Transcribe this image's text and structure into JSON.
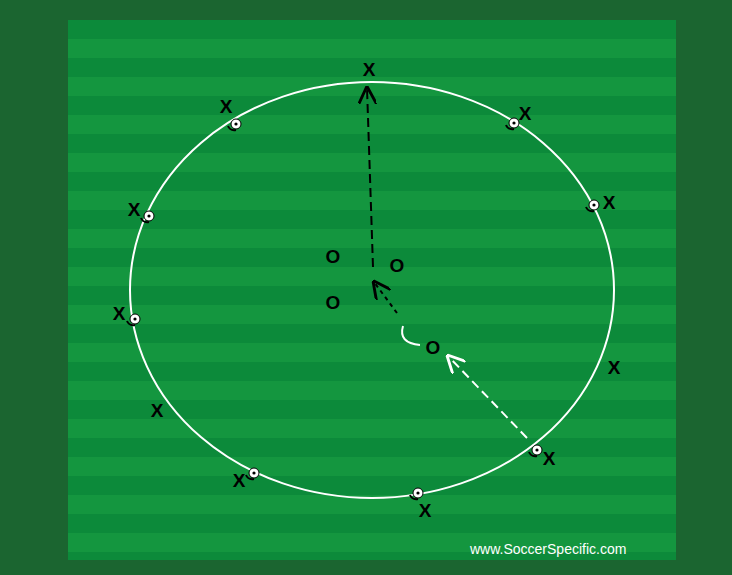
{
  "diagram": {
    "labels": [
      "X",
      "X",
      "X",
      "X",
      "X",
      "X",
      "X",
      "X",
      "X",
      "X",
      "X",
      "O",
      "O",
      "O",
      "O",
      "www.SoccerSpecific.com"
    ]
  }
}
